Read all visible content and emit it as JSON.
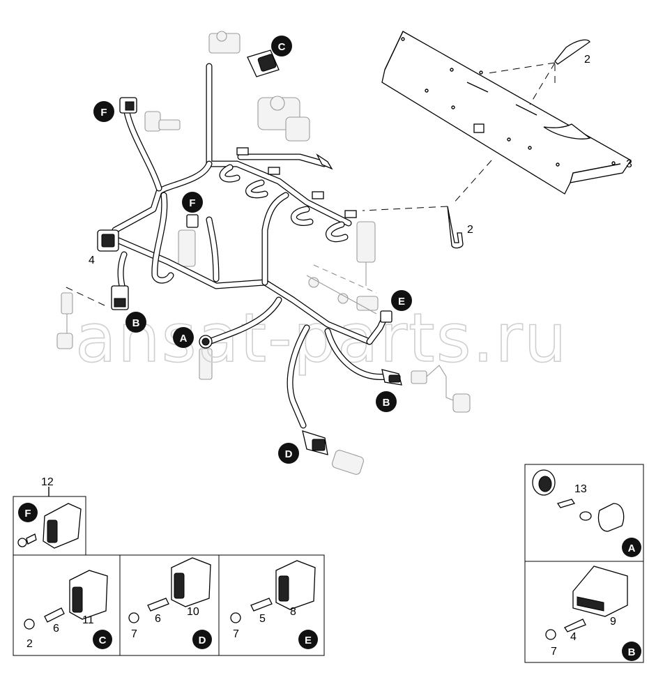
{
  "watermark": "ansat-parts.ru",
  "callouts": {
    "c2a": "2",
    "c2b": "2",
    "c3": "3",
    "c4": "4",
    "c12": "12",
    "c13": "13",
    "c2c": "2",
    "c6c": "6",
    "c11": "11",
    "c7d": "7",
    "c6d": "6",
    "c10": "10",
    "c7e": "7",
    "c5": "5",
    "c8": "8",
    "c7b": "7",
    "c4b": "4",
    "c9": "9"
  },
  "badges": {
    "c_top": "C",
    "f_left": "F",
    "f_mid": "F",
    "b_left": "B",
    "a_mid": "A",
    "e_right": "E",
    "b_right": "B",
    "d_low": "D",
    "f_box": "F",
    "c_box": "C",
    "d_box": "D",
    "e_box": "E",
    "a_box": "A",
    "b_box": "B"
  },
  "colors": {
    "badge": "#111111",
    "line": "#000000",
    "ghost": "#9a9a9a",
    "watermark": "#cfcfcf"
  }
}
